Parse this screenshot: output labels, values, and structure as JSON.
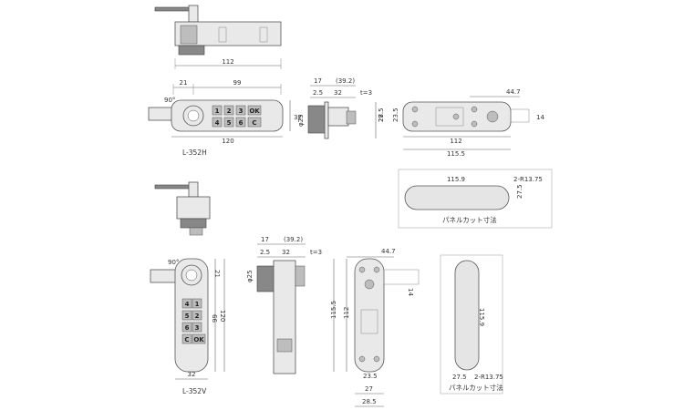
{
  "models": {
    "horizontal": "L-352H",
    "vertical": "L-352V"
  },
  "panel_cut_label": "パネルカット寸法",
  "keypad": {
    "row1": [
      "1",
      "2",
      "3",
      "OK"
    ],
    "row2": [
      "4",
      "5",
      "6",
      "C"
    ],
    "v_rows": [
      [
        "4",
        "1"
      ],
      [
        "5",
        "2"
      ],
      [
        "6",
        "3"
      ],
      [
        "C",
        "OK"
      ]
    ]
  },
  "dims_h": {
    "top_width": "112",
    "d21": "21",
    "d99": "99",
    "d120": "120",
    "d32": "32",
    "angle": "90°",
    "side_17": "17",
    "side_39_2": "(39.2)",
    "side_2_5": "2.5",
    "side_32": "32",
    "side_t3": "t=3",
    "side_phi25": "φ25",
    "side_28_5": "28.5",
    "back_44_7": "44.7",
    "back_23_5": "23.5",
    "back_27": "27",
    "back_14": "14",
    "back_112": "112",
    "back_115_5": "115.5",
    "cut_115_9": "115.9",
    "cut_r": "2-R13.75",
    "cut_27_5": "27.5"
  },
  "dims_v": {
    "d21": "21",
    "d99": "99",
    "d120": "120",
    "d32": "32",
    "angle": "90°",
    "side_17": "17",
    "side_39_2": "(39.2)",
    "side_2_5": "2.5",
    "side_32": "32",
    "side_t3": "t=3",
    "side_phi25": "φ25",
    "back_44_7": "44.7",
    "back_14": "14",
    "back_115_5": "115.5",
    "back_112": "112",
    "back_23_5": "23.5",
    "back_27": "27",
    "back_28_5": "28.5",
    "cut_115_9": "115.9",
    "cut_27_5": "27.5",
    "cut_r": "2-R13.75"
  }
}
